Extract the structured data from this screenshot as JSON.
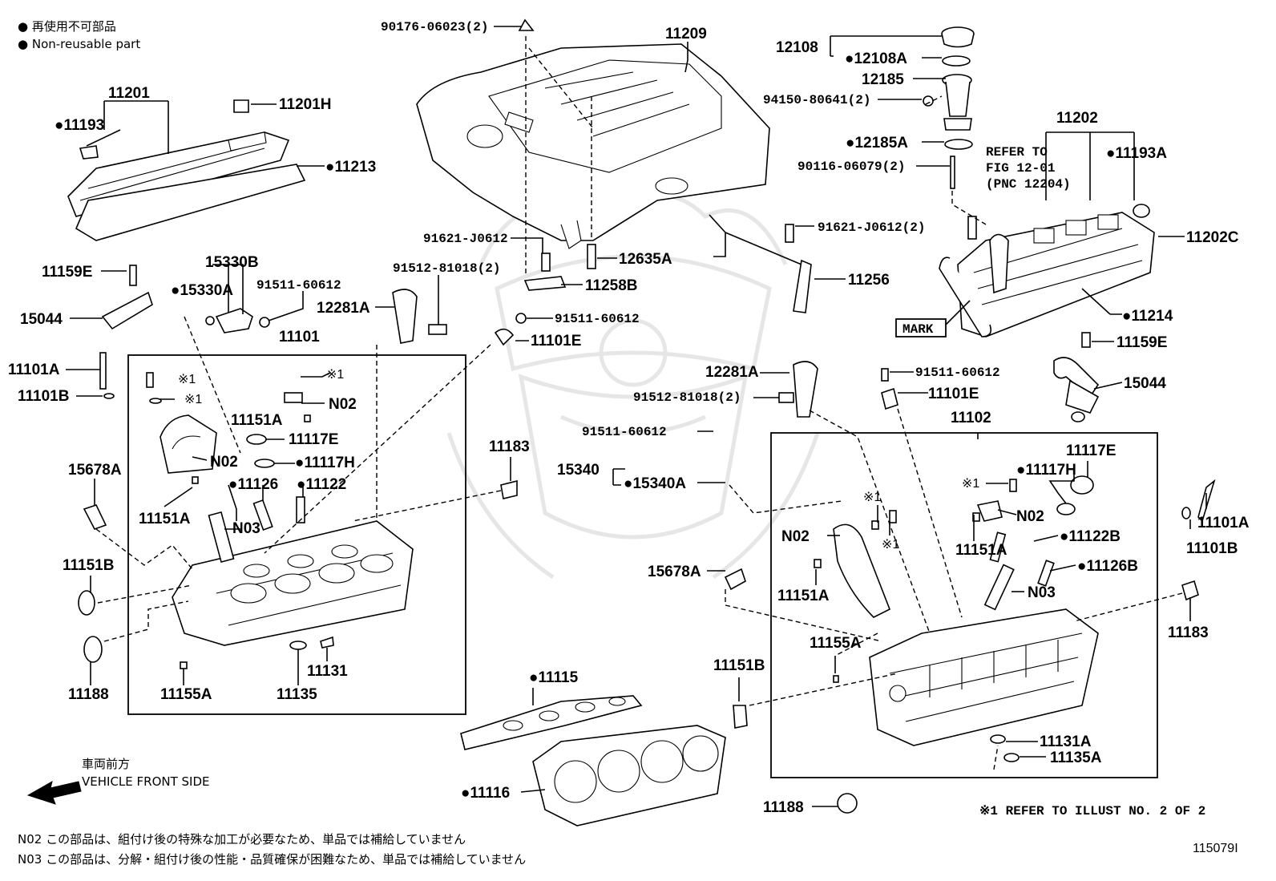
{
  "legend": {
    "line1": "● 再使用不可部品",
    "line2": "● Non-reusable part"
  },
  "notes": {
    "n02": "N02  この部品は、組付け後の特殊な加工が必要なため、単品では補給していません",
    "n03": "N03  この部品は、分解・組付け後の性能・品質確保が困難なため、単品では補給していません",
    "refer": "※1 REFER TO ILLUST NO. 2 OF 2",
    "illust_no": "115079I",
    "front_jp": "車両前方",
    "front_en": "VEHICLE FRONT SIDE",
    "refer_fig": [
      "REFER TO",
      "FIG 12-01",
      "(PNC 12204)"
    ],
    "mark": "MARK"
  },
  "labels": {
    "l90176": "90176-06023(2)",
    "l11209": "11209",
    "l12108": "12108",
    "l12108A": "●12108A",
    "l12185": "12185",
    "l94150": "94150-80641(2)",
    "l12185A": "●12185A",
    "l90116": "90116-06079(2)",
    "l11202": "11202",
    "l11193A": "●11193A",
    "l11202C": "11202C",
    "l11214": "●11214",
    "l11201": "11201",
    "l11193": "●11193",
    "l11201H": "11201H",
    "l11213": "●11213",
    "l11159E_l": "11159E",
    "l15044_l": "15044",
    "l15330B": "15330B",
    "l15330A": "●15330A",
    "l91511a": "91511-60612",
    "l12281A_l": "12281A",
    "l91512_l": "91512-81018(2)",
    "l91621a": "91621-J0612",
    "l12635A": "12635A",
    "l11258B": "11258B",
    "l91621b": "91621-J0612(2)",
    "l11256": "11256",
    "l91511b": "91511-60612",
    "l11101E_l": "11101E",
    "l11101": "11101",
    "l11101A_l": "11101A",
    "l11101B_l": "11101B",
    "l_x1a": "※1",
    "l_x1b": "※1",
    "l_n02a": "N02",
    "l11151A_a": "11151A",
    "l11117E_l": "11117E",
    "l_n02b": "N02",
    "l11117H_l": "●11117H",
    "l15678A_l": "15678A",
    "l11126": "●11126",
    "l11122": "●11122",
    "l11151A_b": "11151A",
    "l_n03a": "N03",
    "l11151B_l": "11151B",
    "l11188_l": "11188",
    "l11155A_l": "11155A",
    "l11135": "11135",
    "l11131": "11131",
    "l11183_l": "11183",
    "l12281A_r": "12281A",
    "l91512_r": "91512-81018(2)",
    "l91511c": "91511-60612",
    "l11101E_r": "11101E",
    "l11159E_r": "11159E",
    "l15044_r": "15044",
    "l91511d": "91511-60612",
    "l15340": "15340",
    "l15340A": "●15340A",
    "l11102": "11102",
    "l11117E_r": "11117E",
    "l11117H_r": "●11117H",
    "l_x1c": "※1",
    "l_x1d": "※1",
    "l_x1e": "※1",
    "l_n02c": "N02",
    "l_n02d": "N02",
    "l11151A_c": "11151A",
    "l11151A_d": "11151A",
    "l11122B": "●11122B",
    "l11126B": "●11126B",
    "l_n03b": "N03",
    "l11101A_r": "11101A",
    "l11101B_r": "11101B",
    "l15678A_r": "15678A",
    "l11183_r": "11183",
    "l11155A_r": "11155A",
    "l11151B_r": "11151B",
    "l11115": "●11115",
    "l11116": "●11116",
    "l11131A": "11131A",
    "l11135A": "11135A",
    "l11188_r": "11188"
  }
}
